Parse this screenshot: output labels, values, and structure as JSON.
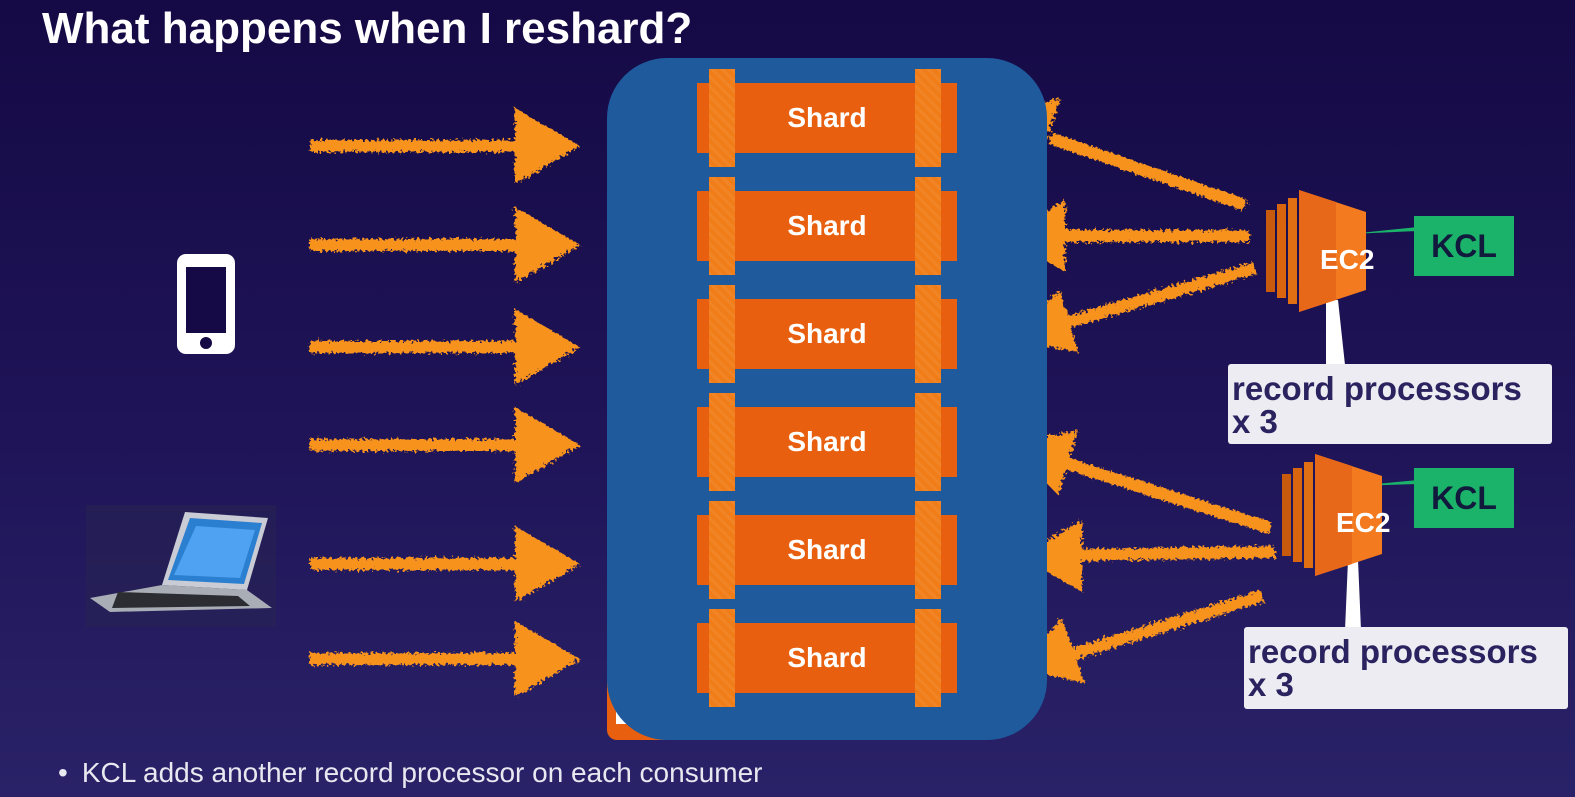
{
  "slide": {
    "title": "What happens when I reshard?",
    "bullet": "KCL adds another record processor on each consumer"
  },
  "stream": {
    "shards": [
      "Shard",
      "Shard",
      "Shard",
      "Shard",
      "Shard",
      "Shard"
    ]
  },
  "producers": [
    {
      "icon": "smartphone-icon"
    },
    {
      "icon": "laptop-icon"
    }
  ],
  "consumers": [
    {
      "instance_label": "EC2",
      "library_label": "KCL",
      "processors_line1": "record processors",
      "processors_line2": "x 3"
    },
    {
      "instance_label": "EC2",
      "library_label": "KCL",
      "processors_line1": "record processors",
      "processors_line2": "x 3"
    }
  ],
  "colors": {
    "background": "#1b0f4f",
    "stream": "#1e5a9c",
    "shard": "#e8600f",
    "arrow": "#f7931e",
    "kcl": "#1bb36a",
    "text": "#ffffff"
  }
}
